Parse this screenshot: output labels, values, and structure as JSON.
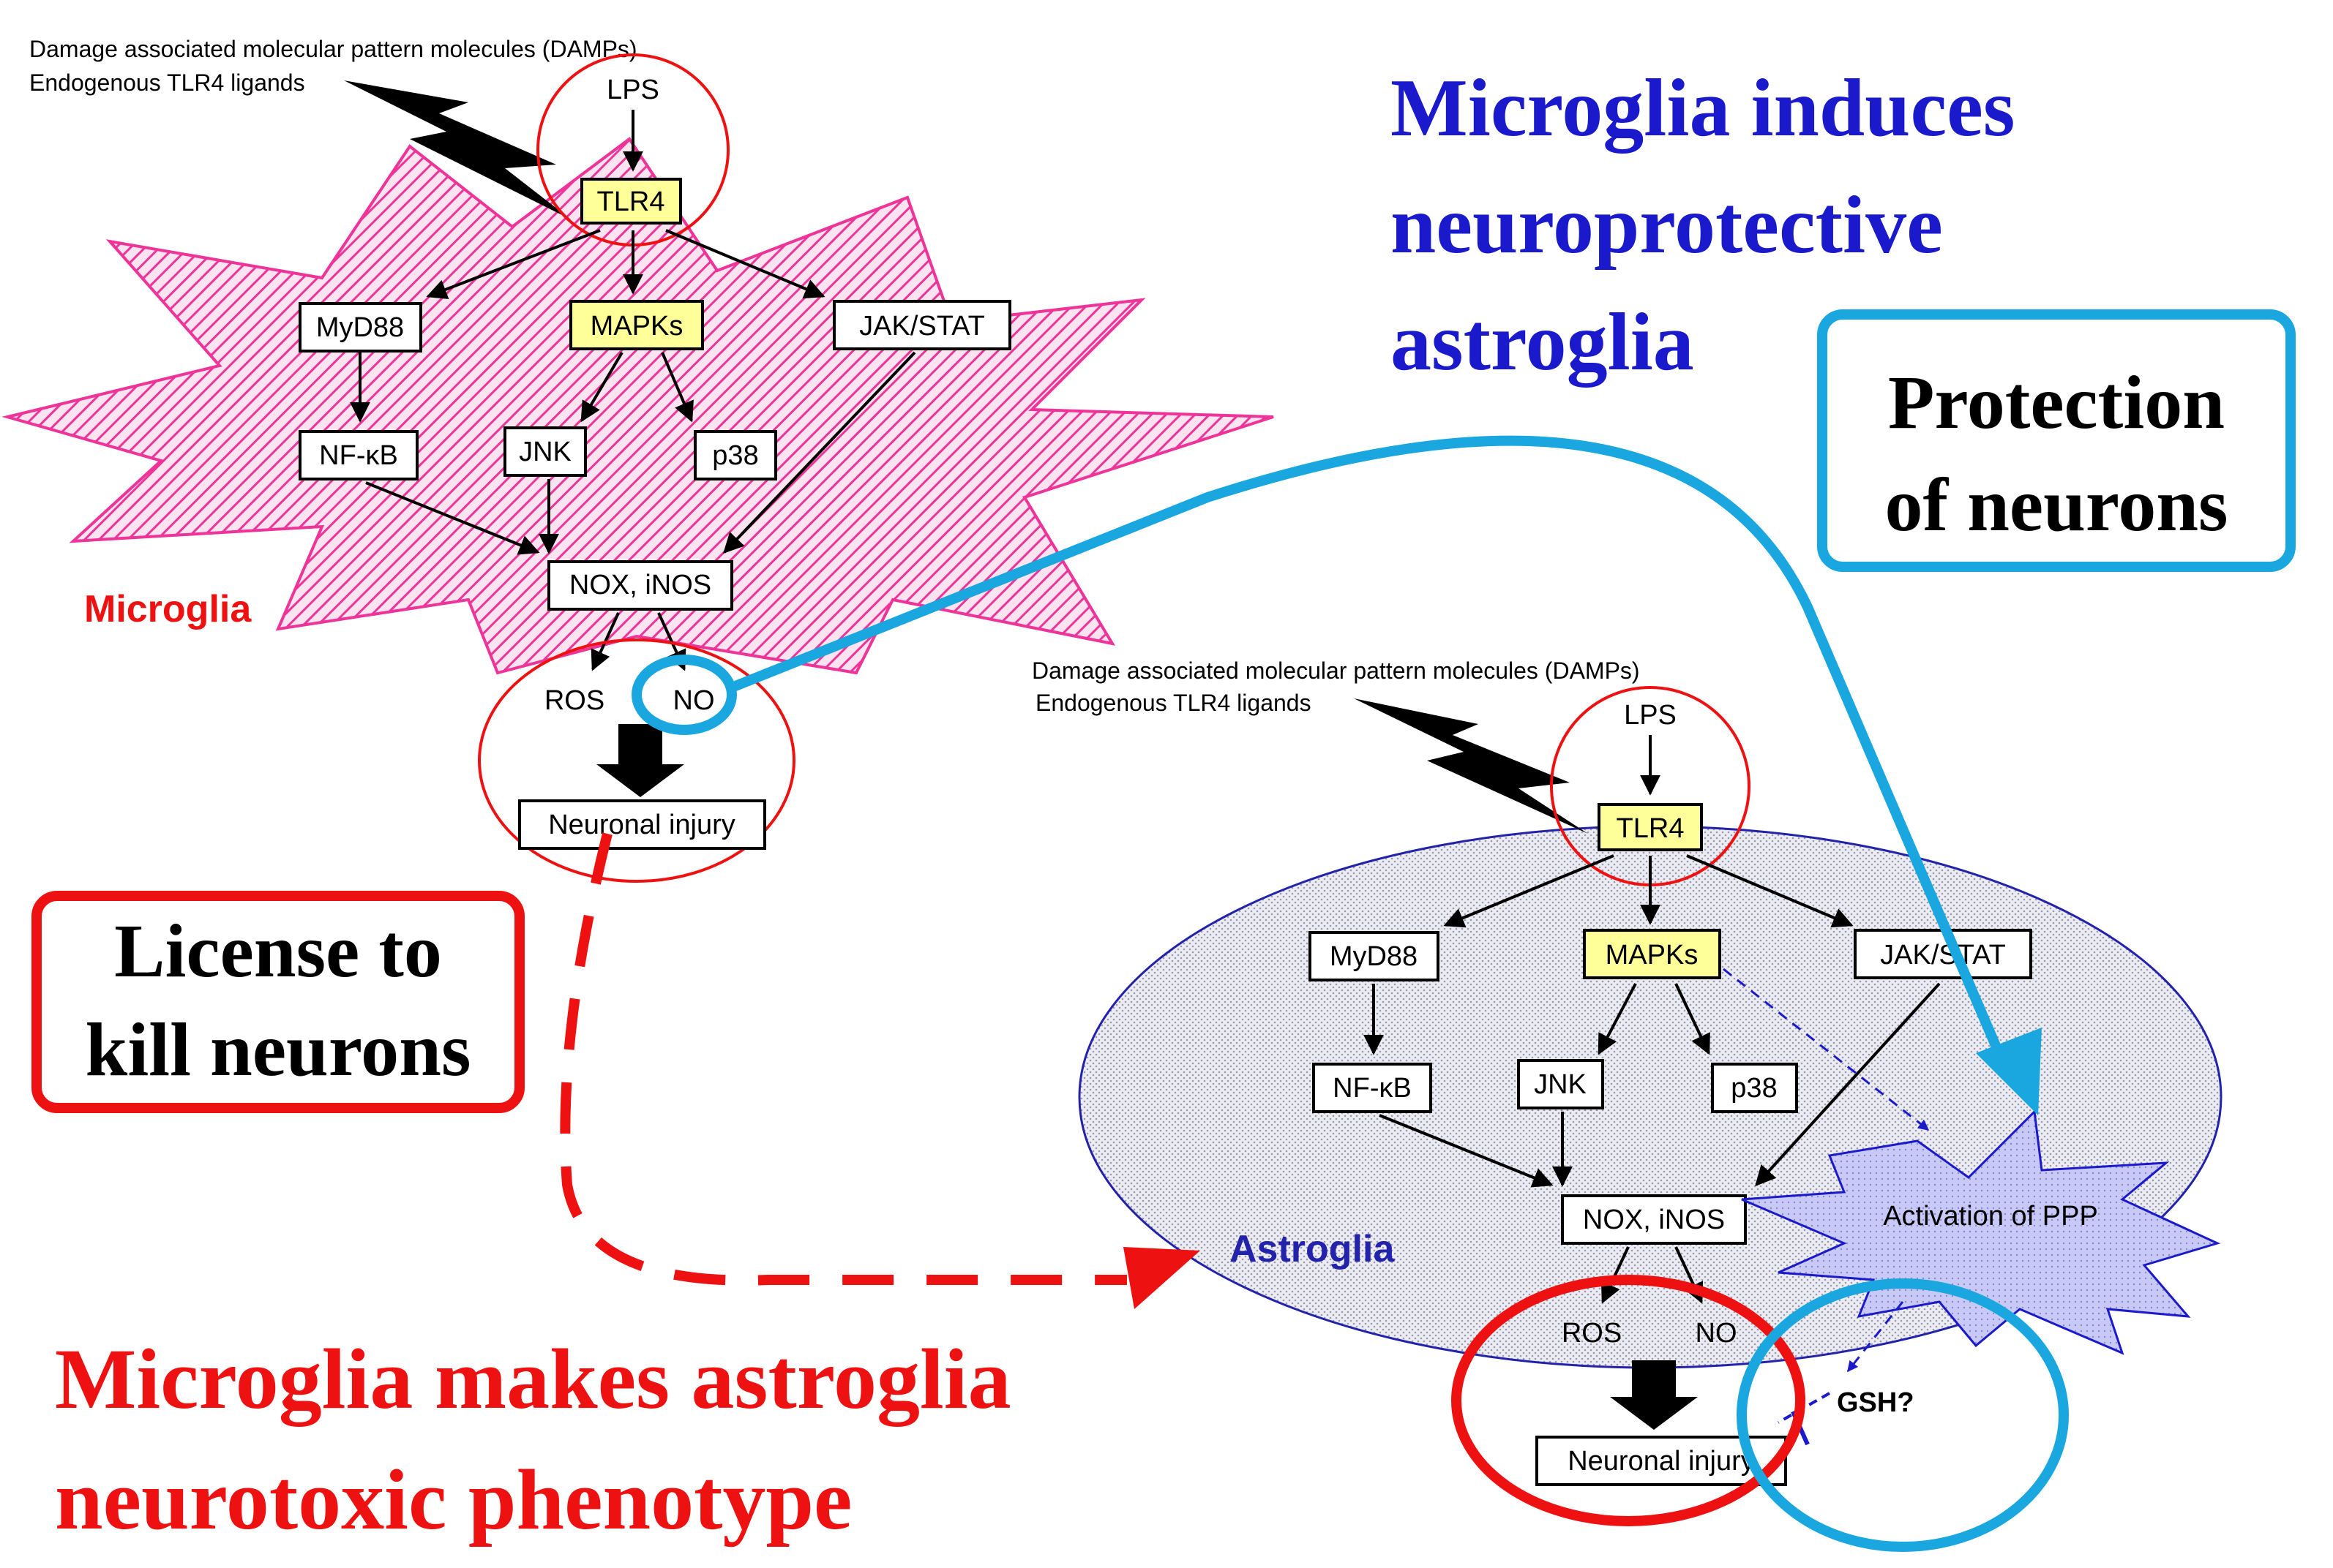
{
  "colors": {
    "microglia_red": "#ee1111",
    "astroglia_blue": "#2222aa",
    "title_blue": "#1a1acc",
    "callout_cyan": "#1aa7df",
    "highlight_yellow": "#ffff99",
    "starburst_pink": "#ee3399",
    "ellipse_fill": "#e3e3ee"
  },
  "microglia": {
    "damps_line1": "Damage associated molecular pattern molecules (DAMPs)",
    "damps_line2": "Endogenous TLR4 ligands",
    "lps": "LPS",
    "tlr4": "TLR4",
    "myd88": "MyD88",
    "mapks": "MAPKs",
    "jakstat": "JAK/STAT",
    "nfkb": "NF-κB",
    "jnk": "JNK",
    "p38": "p38",
    "nox": "NOX, iNOS",
    "ros": "ROS",
    "no": "NO",
    "injury": "Neuronal injury",
    "label": "Microglia"
  },
  "astroglia": {
    "damps_line1": "Damage associated molecular pattern molecules (DAMPs)",
    "damps_line2": "Endogenous TLR4 ligands",
    "lps": "LPS",
    "tlr4": "TLR4",
    "myd88": "MyD88",
    "mapks": "MAPKs",
    "jakstat": "JAK/STAT",
    "nfkb": "NF-κB",
    "jnk": "JNK",
    "p38": "p38",
    "nox": "NOX, iNOS",
    "ros": "ROS",
    "no": "NO",
    "injury": "Neuronal injury",
    "label": "Astroglia",
    "ppp": "Activation of PPP",
    "gsh": "GSH?"
  },
  "titles": {
    "induces_line1": "Microglia induces",
    "induces_line2": "neuroprotective",
    "induces_line3": "astroglia",
    "protection_line1": "Protection",
    "protection_line2": "of neurons",
    "license_line1": "License to",
    "license_line2": "kill neurons",
    "makes_line1": "Microglia makes astroglia",
    "makes_line2": "neurotoxic phenotype"
  }
}
